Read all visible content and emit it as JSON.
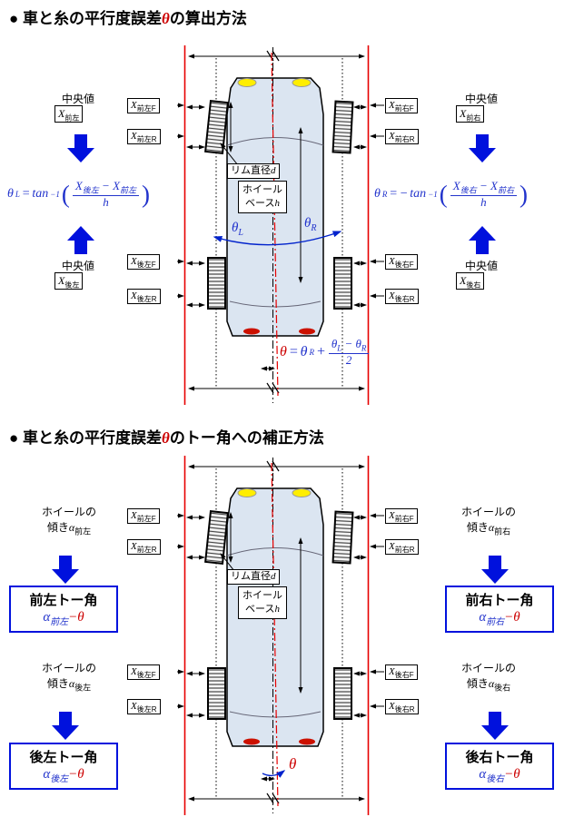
{
  "colors": {
    "string_red": "#e60000",
    "formula_blue": "#2233cc",
    "block_arrow_blue": "#0011dd",
    "theta_red": "#cc0000",
    "car_fill": "#dbe5f1"
  },
  "section1": {
    "title": {
      "prefix": "● 車と糸の平行度誤差",
      "theta": "θ",
      "suffix": "の算出方法"
    },
    "median_label": "中央値",
    "boxes": {
      "fl": {
        "base": "X",
        "sub": "前左"
      },
      "flF": {
        "base": "X",
        "sub": "前左F"
      },
      "flR": {
        "base": "X",
        "sub": "前左R"
      },
      "rl": {
        "base": "X",
        "sub": "後左"
      },
      "rlF": {
        "base": "X",
        "sub": "後左F"
      },
      "rlR": {
        "base": "X",
        "sub": "後左R"
      },
      "fr": {
        "base": "X",
        "sub": "前右"
      },
      "frF": {
        "base": "X",
        "sub": "前右F"
      },
      "frR": {
        "base": "X",
        "sub": "前右R"
      },
      "rr": {
        "base": "X",
        "sub": "後右"
      },
      "rrF": {
        "base": "X",
        "sub": "後右F"
      },
      "rrR": {
        "base": "X",
        "sub": "後右R"
      }
    },
    "rim_label": {
      "text": "リム直径",
      "var": "d"
    },
    "wheelbase_label": {
      "line1": "ホイール",
      "line2": "ベース",
      "var": "h"
    },
    "angle_left": {
      "t": "θ",
      "s": "L"
    },
    "angle_right": {
      "t": "θ",
      "s": "R"
    },
    "formula_left": {
      "t": "θ",
      "ts": "L",
      "eq": "=",
      "fn": "tan",
      "sup": "−1",
      "n1": "X",
      "n1s": "後左",
      "minus": "−",
      "n2": "X",
      "n2s": "前左",
      "den": "h"
    },
    "formula_right": {
      "t": "θ",
      "ts": "R",
      "eq": "=",
      "neg": "−",
      "fn": "tan",
      "sup": "−1",
      "n1": "X",
      "n1s": "後右",
      "minus": "−",
      "n2": "X",
      "n2s": "前右",
      "den": "h"
    },
    "formula_total": {
      "t": "θ",
      "eq": "=",
      "t1": "θ",
      "t1s": "R",
      "plus": "+",
      "n1": "θ",
      "n1s": "L",
      "minus": "−",
      "n2": "θ",
      "n2s": "R",
      "den": "2"
    }
  },
  "section2": {
    "title": {
      "prefix": "● 車と糸の平行度誤差",
      "theta": "θ",
      "suffix": "のトー角への補正方法"
    },
    "tilt": {
      "line1": "ホイールの",
      "prefix": "傾き",
      "alpha": "α",
      "fl": "前左",
      "fr": "前右",
      "rl": "後左",
      "rr": "後右"
    },
    "boxes": {
      "flF": {
        "base": "X",
        "sub": "前左F"
      },
      "flR": {
        "base": "X",
        "sub": "前左R"
      },
      "rlF": {
        "base": "X",
        "sub": "後左F"
      },
      "rlR": {
        "base": "X",
        "sub": "後左R"
      },
      "frF": {
        "base": "X",
        "sub": "前右F"
      },
      "frR": {
        "base": "X",
        "sub": "前右R"
      },
      "rrF": {
        "base": "X",
        "sub": "後右F"
      },
      "rrR": {
        "base": "X",
        "sub": "後右R"
      }
    },
    "toe_boxes": {
      "fl": {
        "title": "前左トー角",
        "alpha": "α",
        "sub": "前左",
        "mt": "−θ"
      },
      "fr": {
        "title": "前右トー角",
        "alpha": "α",
        "sub": "前右",
        "mt": "−θ"
      },
      "rl": {
        "title": "後左トー角",
        "alpha": "α",
        "sub": "後左",
        "mt": "−θ"
      },
      "rr": {
        "title": "後右トー角",
        "alpha": "α",
        "sub": "後右",
        "mt": "−θ"
      }
    },
    "rim_label": {
      "text": "リム直径",
      "var": "d"
    },
    "wheelbase_label": {
      "line1": "ホイール",
      "line2": "ベース",
      "var": "h"
    },
    "theta": "θ"
  }
}
